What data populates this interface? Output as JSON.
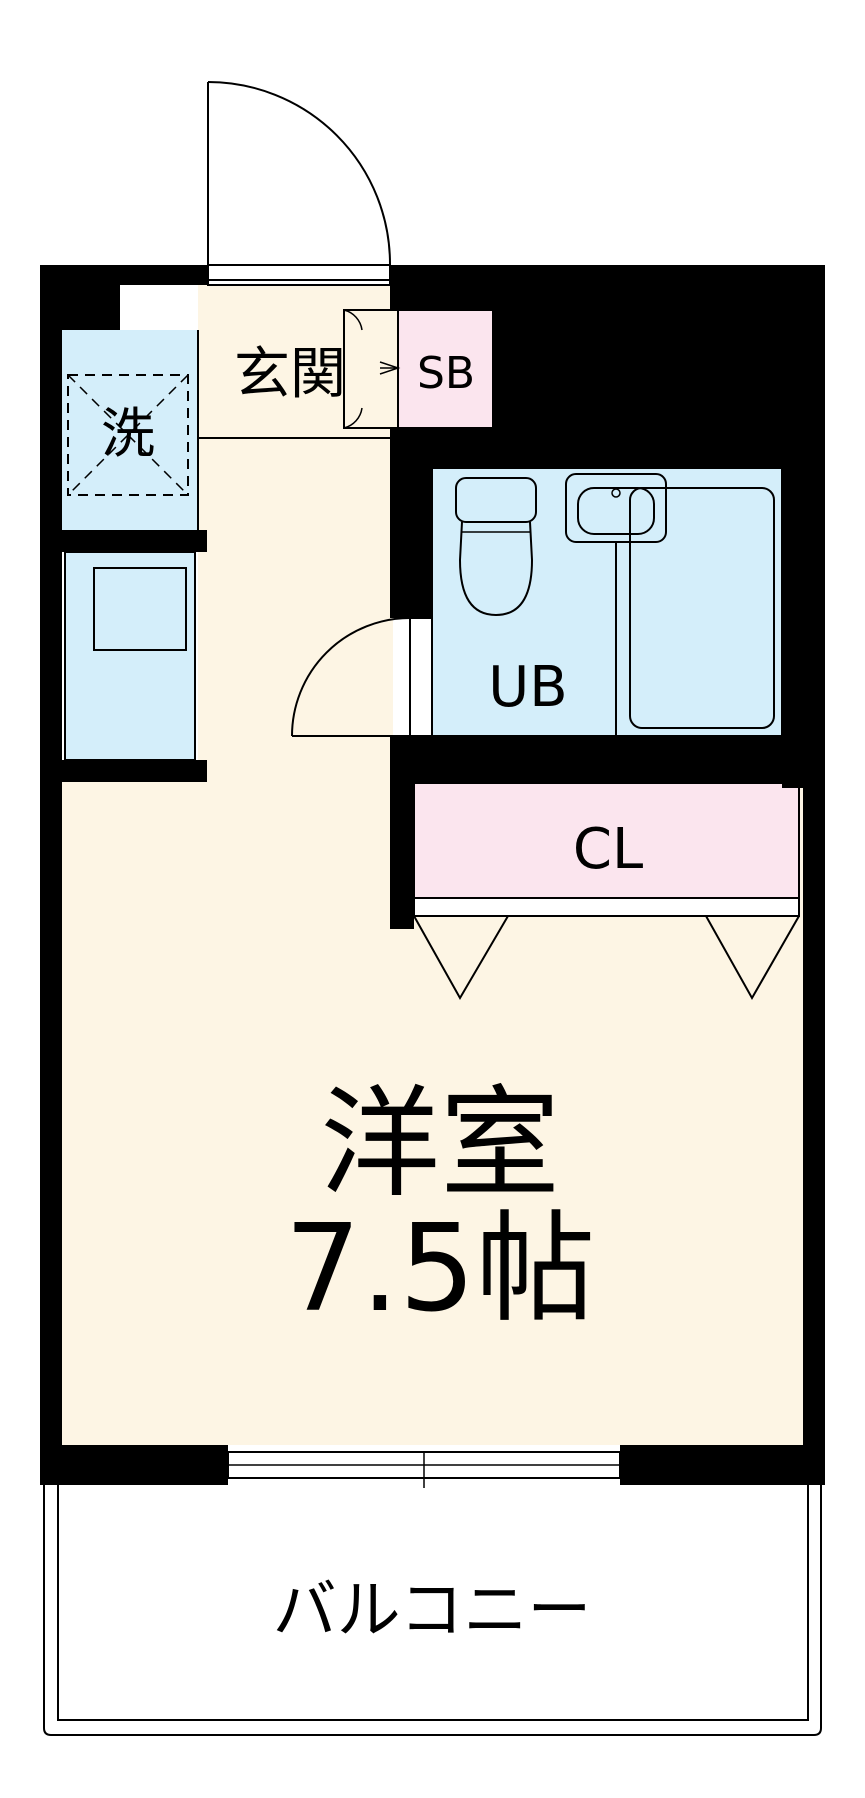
{
  "rooms": {
    "genkan": "玄関",
    "shoe_box": "SB",
    "washer": "洗",
    "unit_bath": "UB",
    "closet": "CL",
    "western_room_name": "洋室",
    "western_room_size": "7.5帖",
    "balcony": "バルコニー"
  },
  "colors": {
    "floor": "#fdf5e4",
    "wet_area": "#d4eefa",
    "storage": "#fbe5ee",
    "wall": "#000000"
  }
}
